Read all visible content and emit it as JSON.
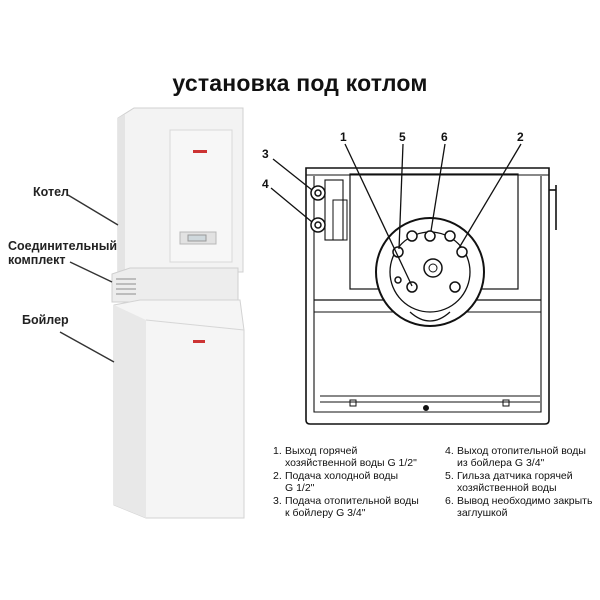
{
  "title": "установка под котлом",
  "side_labels": {
    "boiler_top": "Котел",
    "connector_line1": "Соединительный",
    "connector_line2": "комплект",
    "water_heater": "Бойлер"
  },
  "callouts": [
    "1",
    "5",
    "6",
    "2",
    "3",
    "4"
  ],
  "legend_left": [
    {
      "num": "1.",
      "text": "Выход горячей\nхозяйственной воды G 1/2\""
    },
    {
      "num": "2.",
      "text": "Подача холодной воды\nG 1/2\""
    },
    {
      "num": "3.",
      "text": "Подача отопительной воды\nк бойлеру G 3/4\""
    }
  ],
  "legend_right": [
    {
      "num": "4.",
      "text": "Выход отопительной воды\nиз бойлера G 3/4\""
    },
    {
      "num": "5.",
      "text": "Гильза датчика горячей\nхозяйственной воды"
    },
    {
      "num": "6.",
      "text": "Вывод необходимо закрыть\nзаглушкой"
    }
  ],
  "colors": {
    "unit_face": "#f4f4f4",
    "unit_edge": "#c9c9c9",
    "line": "#111111"
  }
}
